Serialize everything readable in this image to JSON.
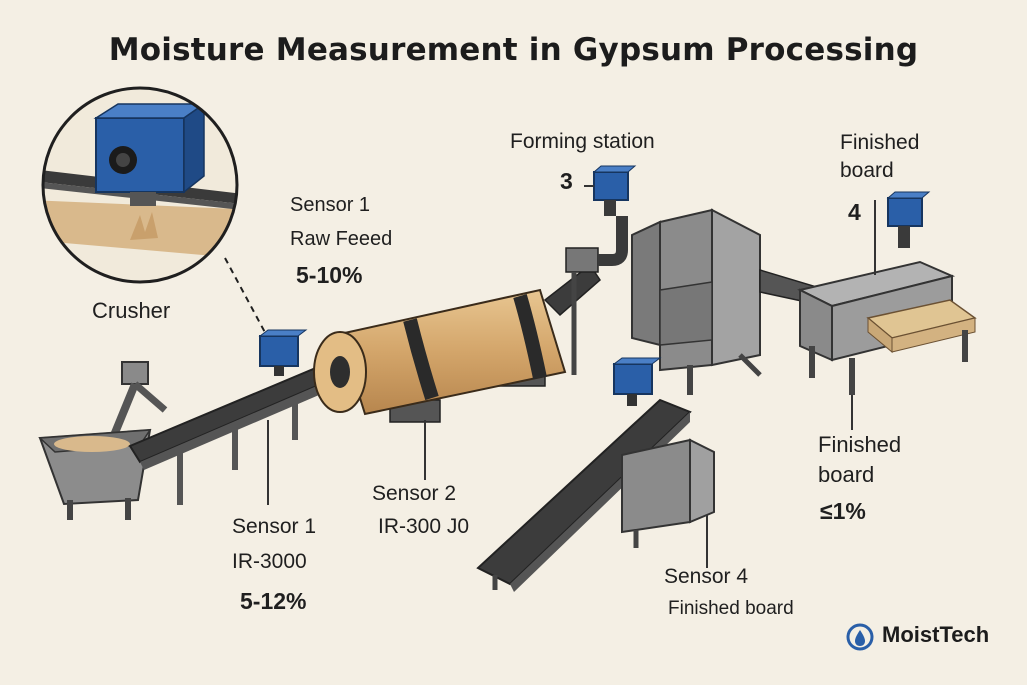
{
  "title": "Moisture Measurement in Gypsum Processing",
  "labels": {
    "crusher": "Crusher",
    "sensor1_top": {
      "name": "Sensor 1",
      "sub": "Raw Feeed",
      "value": "5-10%"
    },
    "sensor1_bottom": {
      "name": "Sensor 1",
      "sub": "IR-3000",
      "value": "5-12%"
    },
    "sensor2": {
      "name": "Sensor 2",
      "sub": "IR-300 J0"
    },
    "forming": {
      "name": "Forming station",
      "number": "3"
    },
    "finished_top": {
      "line1": "Finished",
      "line2": "board",
      "number": "4"
    },
    "finished_right": {
      "line1": "Finished",
      "line2": "board",
      "value": "≤1%"
    },
    "sensor4": {
      "name": "Sensor 4",
      "sub": "Finished board"
    }
  },
  "brand": {
    "name": "MoistTech",
    "icon": "droplet-logo-icon"
  },
  "colors": {
    "background": "#f4efe4",
    "sensor_blue": "#2a5fa8",
    "steel": "#8d8d8d",
    "belt": "#3c3c3c",
    "drum": "#d5a96b",
    "gypsum": "#d9b98c"
  }
}
